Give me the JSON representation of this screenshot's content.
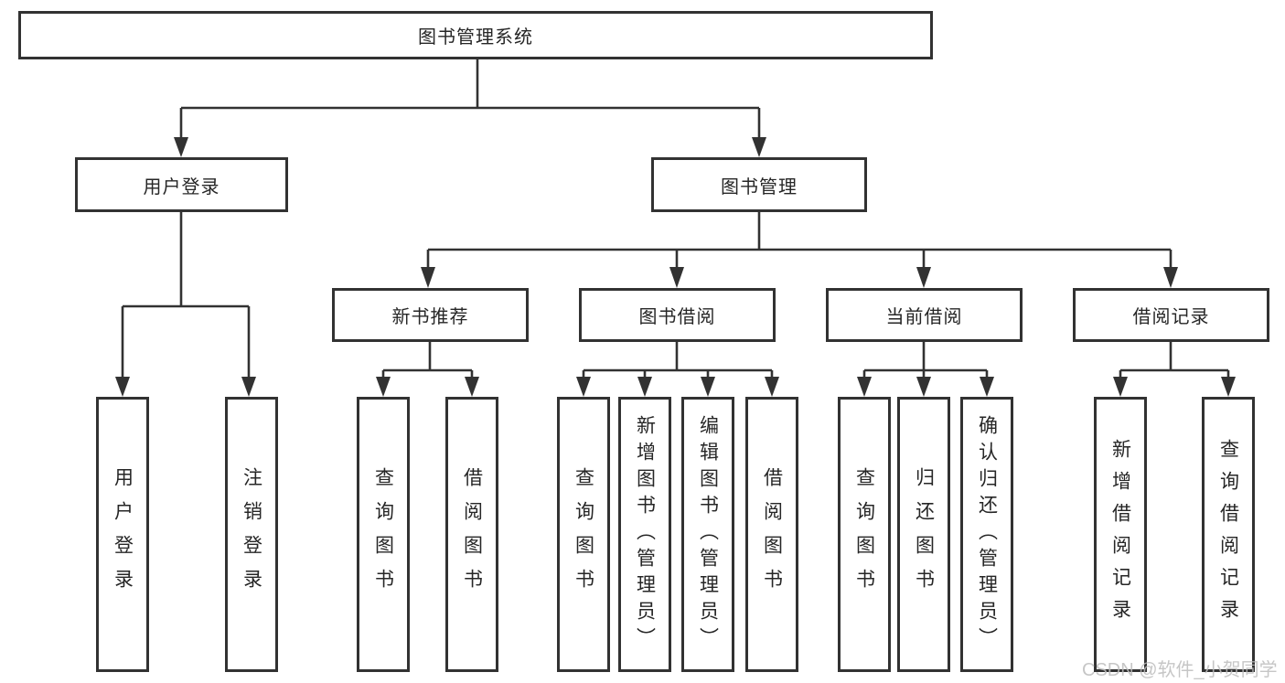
{
  "diagram": {
    "root": {
      "label": "图书管理系统"
    },
    "branches": [
      {
        "label": "用户登录",
        "children": [
          {
            "label": "用户登录"
          },
          {
            "label": "注销登录"
          }
        ]
      },
      {
        "label": "图书管理",
        "children": [
          {
            "label": "新书推荐",
            "children": [
              {
                "label": "查询图书"
              },
              {
                "label": "借阅图书"
              }
            ]
          },
          {
            "label": "图书借阅",
            "children": [
              {
                "label": "查询图书"
              },
              {
                "label": "新增图书（管理员）"
              },
              {
                "label": "编辑图书（管理员）"
              },
              {
                "label": "借阅图书"
              }
            ]
          },
          {
            "label": "当前借阅",
            "children": [
              {
                "label": "查询图书"
              },
              {
                "label": "归还图书"
              },
              {
                "label": "确认归还（管理员）"
              }
            ]
          },
          {
            "label": "借阅记录",
            "children": [
              {
                "label": "新增借阅记录"
              },
              {
                "label": "查询借阅记录"
              }
            ]
          }
        ]
      }
    ]
  },
  "watermark": {
    "text": "CSDN @软件_小贺同学"
  },
  "colors": {
    "line": "#323232",
    "text": "#262626",
    "background": "#ffffff",
    "watermark": "#bdbdbd"
  }
}
